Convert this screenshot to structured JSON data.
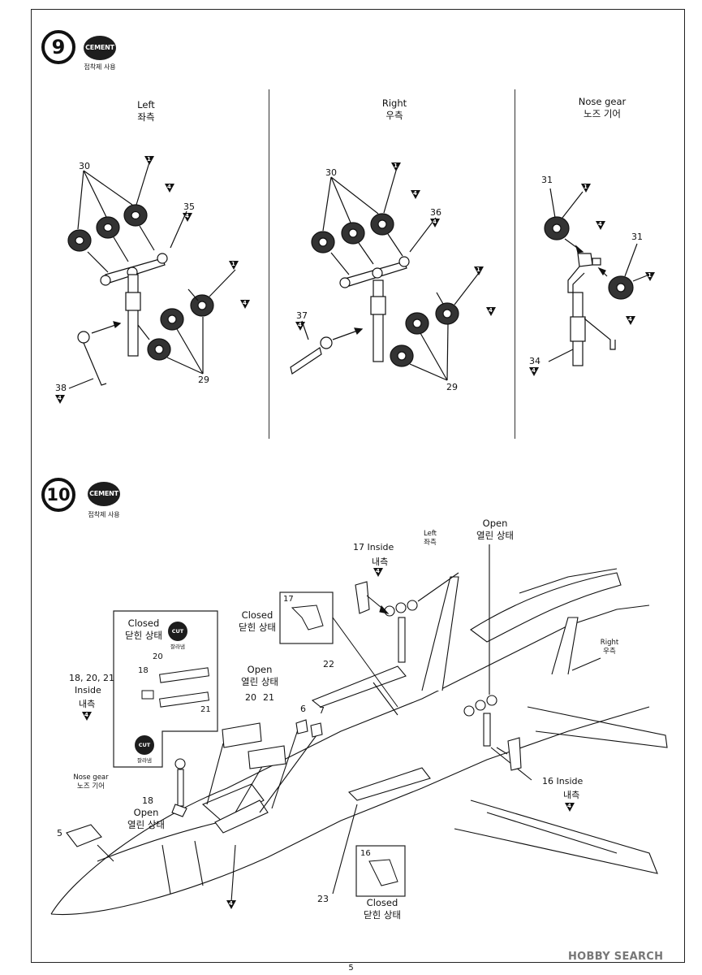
{
  "step9": {
    "number": "9",
    "cement": "CEMENT",
    "cement_sub": "접착제 사용",
    "left_title_en": "Left",
    "left_title_ko": "좌측",
    "right_title_en": "Right",
    "right_title_ko": "우측",
    "nose_title_en": "Nose gear",
    "nose_title_ko": "노즈 기어",
    "labels": {
      "l30": "30",
      "l35": "35",
      "l29": "29",
      "l38": "38",
      "r30": "30",
      "r36": "36",
      "r37": "37",
      "r29": "29",
      "n31a": "31",
      "n31b": "31",
      "n34": "34"
    },
    "tri": "4",
    "tri1": "1"
  },
  "step10": {
    "number": "10",
    "cement": "CEMENT",
    "cement_sub": "접착제 사용",
    "closed_en": "Closed",
    "closed_ko": "닫힌 상태",
    "open_en": "Open",
    "open_ko": "열린 상태",
    "inside_en": "Inside",
    "inside_ko": "내측",
    "left_en": "Left",
    "left_ko": "좌측",
    "right_en": "Right",
    "right_ko": "우측",
    "nose_en": "Nose gear",
    "nose_ko": "노즈 기어",
    "cut": "CUT",
    "cut_sub": "잘라냄",
    "labels": {
      "p17inside": "17",
      "p17box": "17",
      "p18_20_21": "18, 20, 21",
      "p18": "18",
      "p20": "20",
      "p21": "21",
      "p20b": "20",
      "p21b": "21",
      "p22": "22",
      "p6": "6",
      "p7": "7",
      "p18b": "18",
      "p5": "5",
      "p23": "23",
      "p16inside": "16",
      "p16box": "16"
    }
  },
  "footer": {
    "page": "5",
    "watermark": "HOBBY SEARCH"
  }
}
